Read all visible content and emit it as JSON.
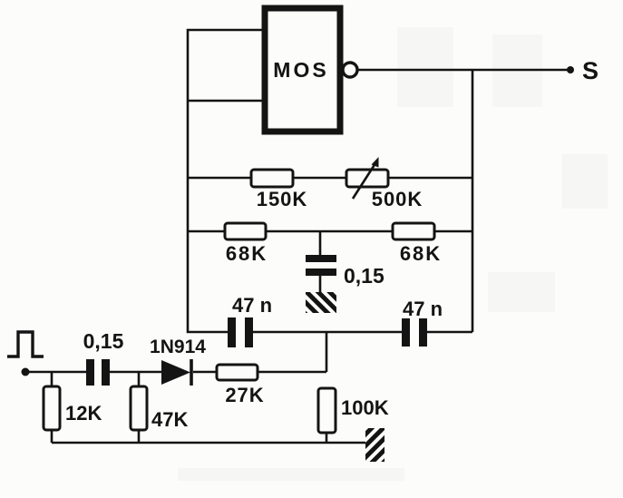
{
  "figure": {
    "type": "circuit-schematic",
    "paper_color": "#fcfcfa",
    "ink_color": "#141414"
  },
  "gate": {
    "label": "MOS"
  },
  "output": {
    "label": "S"
  },
  "resistors": {
    "r150k": "150K",
    "r500k": "500K",
    "r68k_left": "68K",
    "r68k_right": "68K",
    "r27k": "27K",
    "r12k": "12K",
    "r47k": "47K",
    "r100k": "100K"
  },
  "capacitors": {
    "c_mid": "0,15",
    "c47n_left": "47 n",
    "c47n_right": "47 n",
    "c_input": "0,15"
  },
  "diode": {
    "label": "1N914"
  },
  "icons": {
    "pulse_input": "square-pulse-icon",
    "ground_mid": "ground-hatch-icon",
    "ground_bottom": "ground-hatch-icon",
    "inverter_bubble": "inversion-bubble-icon"
  }
}
